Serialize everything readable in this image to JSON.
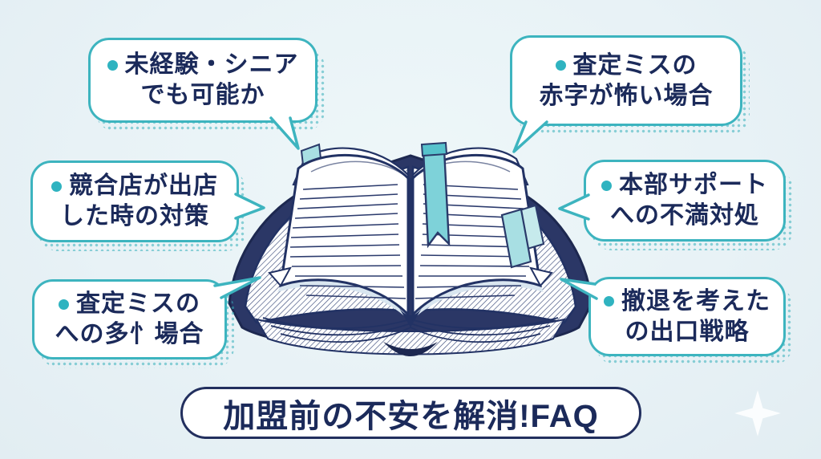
{
  "canvas": {
    "background": "#e9f3f6"
  },
  "colors": {
    "bubble_border_teal": "#3db4bf",
    "bullet_teal": "#2fb3c0",
    "text_navy": "#1b2a5a",
    "pill_border_navy": "#222f5e",
    "book_outline_navy": "#223264",
    "ribbon_teal": "#7ed2d9",
    "tab_light_teal": "#a8dfe3",
    "halftone_dot": "rgba(55,176,187,0.55)"
  },
  "bubbles": [
    {
      "name": "faq-inexperienced-senior",
      "lines": [
        "未経験・シニア",
        "でも可能か"
      ]
    },
    {
      "name": "faq-appraisal-deficit",
      "lines": [
        "査定ミスの",
        "赤字が怖い場合"
      ]
    },
    {
      "name": "faq-competitor-opening",
      "lines": [
        "競合店が出店",
        "した時の対策"
      ]
    },
    {
      "name": "faq-hq-support",
      "lines": [
        "本部サポート",
        "への不満対処"
      ]
    },
    {
      "name": "faq-appraisal-case",
      "lines": [
        "査定ミスの",
        "への多忄場合"
      ]
    },
    {
      "name": "faq-exit-strategy",
      "lines": [
        "撤退を考えた",
        "の出口戦略"
      ]
    }
  ],
  "title": {
    "text": "加盟前の不安を解消!FAQ"
  },
  "illustration": {
    "name": "open-book-with-bookmarks"
  }
}
